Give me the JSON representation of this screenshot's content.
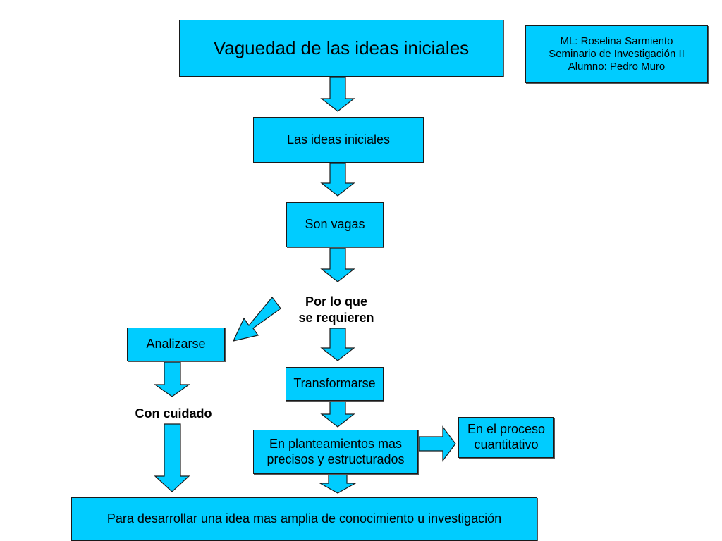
{
  "nodes": {
    "main_title": "Vaguedad de las ideas iniciales",
    "credits": "ML: Roselina Sarmiento\nSeminario de Investigación II\nAlumno: Pedro Muro",
    "ideas_iniciales": "Las ideas iniciales",
    "son_vagas": "Son vagas",
    "por_lo_que": "Por lo que\nse requieren",
    "analizarse": "Analizarse",
    "transformarse": "Transformarse",
    "con_cuidado": "Con cuidado",
    "planteamientos": "En planteamientos mas\nprecisos y estructurados",
    "proceso": "En el proceso\ncuantitativo",
    "desarrollar": "Para desarrollar una idea mas amplia de conocimiento u investigación"
  },
  "colors": {
    "box_fill": "#00ccff",
    "border": "#1a1a1a"
  }
}
